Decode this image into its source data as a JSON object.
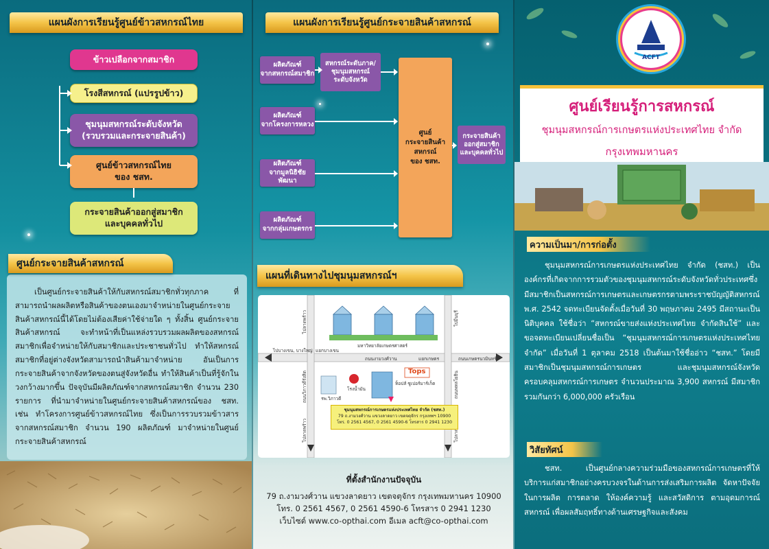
{
  "panel1": {
    "banner": "แผนผังการเรียนรู้ศูนย์ข้าวสหกรณ์ไทย",
    "flow": [
      {
        "lines": [
          "ข้าวเปลือกจากสมาชิก"
        ]
      },
      {
        "lines": [
          "โรงสีสหกรณ์ (แปรรูปข้าว)"
        ]
      },
      {
        "lines": [
          "ชุมนุมสหกรณ์ระดับจังหวัด",
          "(รวบรวมและกระจายสินค้า)"
        ]
      },
      {
        "lines": [
          "ศูนย์ข้าวสหกรณ์ไทย",
          "ของ ชสท."
        ]
      },
      {
        "lines": [
          "กระจายสินค้าออกสู่สมาชิก",
          "และบุคคลทั่วไป"
        ]
      }
    ],
    "center_heading": "ศูนย์กระจายสินค้าสหกรณ์",
    "center_body": "เป็นศูนย์กระจายสินค้าให้กับสหกรณ์สมาชิกทั่วทุกภาค ที่สามารถนำผลผลิตหรือสินค้าของตนเองมาจำหน่ายในศูนย์กระจายสินค้าสหกรณ์นี้ได้โดยไม่ต้องเสียค่าใช้จ่ายใด ๆ ทั้งสิ้น ศูนย์กระจายสินค้าสหกรณ์ จะทำหน้าที่เป็นแหล่งรวบรวมผลผลิตของสหกรณ์สมาชิกเพื่อจำหน่ายให้กับสมาชิกและประชาชนทั่วไป ทำให้สหกรณ์สมาชิกที่อยู่ต่างจังหวัดสามารถนำสินค้ามาจำหน่าย อันเป็นการกระจายสินค้าจากจังหวัดของตนสู่จังหวัดอื่น ทำให้สินค้าเป็นที่รู้จักในวงกว้างมากขึ้น ปัจจุบันมีผลิตภัณฑ์จากสหกรณ์สมาชิก จำนวน 230 รายการ ที่นำมาจำหน่ายในศูนย์กระจายสินค้าสหกรณ์ของ ชสท. เช่น ทำโครงการศูนย์ข้าวสหกรณ์ไทย ซึ่งเป็นการรวบรวมข้าวสารจากสหกรณ์สมาชิก จำนวน 190 ผลิตภัณฑ์ มาจำหน่ายในศูนย์กระจายสินค้าสหกรณ์"
  },
  "panel2": {
    "banner": "แผนผังการเรียนรู้ศูนย์กระจายสินค้าสหกรณ์",
    "products": [
      {
        "lines": [
          "ผลิตภัณฑ์",
          "จากสหกรณ์สมาชิก"
        ]
      },
      {
        "lines": [
          "ผลิตภัณฑ์",
          "จากโครงการหลวง"
        ]
      },
      {
        "lines": [
          "ผลิตภัณฑ์",
          "จากมูลนิธิชัยพัฒนา"
        ]
      },
      {
        "lines": [
          "ผลิตภัณฑ์",
          "จากกลุ่มเกษตรกร"
        ]
      }
    ],
    "coop_box": [
      "สหกรณ์ระดับภาค/",
      "ชุมนุมสหกรณ์",
      "ระดับจังหวัด"
    ],
    "center_box": [
      "ศูนย์",
      "กระจายสินค้า",
      "สหกรณ์",
      "ของ ชสท."
    ],
    "dist_box": [
      "กระจายสินค้า",
      "ออกสู่สมาชิก",
      "และบุคคลทั่วไป"
    ],
    "map_banner": "แผนที่เดินทางไปชุมนุมสหกรณ์ฯ",
    "map": {
      "left_road": "ไปลาดพร้าว",
      "university": "มหาวิทยาลัยเกษตรศาสตร์",
      "road_w": "ไปบางเขน, บางใหญ่",
      "int_w": "แยกบางเขน",
      "main_road": "ถนนงามวงศ์วาน",
      "int_e": "แยกเกษตร",
      "road_e": "ถนนเกษตรนวมินทร์",
      "right_road": "ไปมีนบุรี",
      "hospital": "รพ.วิภาวดี",
      "vibhavadi": "ถนนวิภาวดีรังสิต",
      "plant": "โรงน้ำมัน",
      "tops_logo": "Tops",
      "tops_label": "ท็อปส์ ซูเปอร์มาร์เก็ต",
      "phahon": "ถนนพหลโยธิน",
      "bottom_l": "ไปลาดพร้าว",
      "bottom_r": "ไปลาดพร้าว",
      "addr": [
        "ชุมนุมสหกรณ์การเกษตรแห่งประเทศไทย จำกัด (ชสท.)",
        "79 ถ.งามวงศ์วาน แขวงลาดยาว เขตจตุจักร กรุงเทพฯ 10900",
        "โทร. 0 2561 4567, 0 2561 4590-6  โทรสาร 0 2941 1230"
      ]
    },
    "office": {
      "heading": "ที่ตั้งสำนักงานปัจจุบัน",
      "lines": [
        "79 ถ.งามวงศ์วาน แขวงลาดยาว เขตจตุจักร กรุงเทพมหานคร 10900",
        "โทร. 0 2561 4567,  0 2561 4590-6  โทรสาร 0 2941 1230",
        "เว็บไซต์ www.co-opthai.com    อีเมล acft@co-opthai.com"
      ]
    }
  },
  "panel3": {
    "logo_text": "ACFT",
    "title": "ศูนย์เรียนรู้การสหกรณ์",
    "subtitle": "ชุมนุมสหกรณ์การเกษตรแห่งประเทศไทย  จำกัด",
    "city": "กรุงเทพมหานคร",
    "history_heading": "ความเป็นมา/การก่อตั้ง",
    "history_body": "ชุมนุมสหกรณ์การเกษตรแห่งประเทศไทย จำกัด (ชสท.) เป็นองค์กรที่เกิดจากการรวมตัวของชุมนุมสหกรณ์ระดับจังหวัดทั่วประเทศซึ่งมีสมาชิกเป็นสหกรณ์การเกษตรและเกษตรกรตามพระราชบัญญัติสหกรณ์ พ.ศ. 2542 จดทะเบียนจัดตั้งเมื่อวันที่ 30 พฤษภาคม 2495 มีสถานะเป็นนิติบุคคล ใช้ชื่อว่า “สหกรณ์ขายส่งแห่งประเทศไทย จำกัดสินใช้” และขอจดทะเบียนเปลี่ยนชื่อเป็น “ชุมนุมสหกรณ์การเกษตรแห่งประเทศไทย จำกัด” เมื่อวันที่ 1 ตุลาคม 2518 เป็นต้นมาใช้ชื่ออ่าว “ชสท.” โดยมีสมาชิกเป็นชุมนุมสหกรณ์การเกษตร และชุมนุมสหกรณ์จังหวัด ครอบคลุมสหกรณ์การเกษตร จำนวนประมาณ 3,900 สหกรณ์ มีสมาชิกรวมกันกว่า 6,000,000 ครัวเรือน",
    "vision_heading": "วิสัยทัศน์",
    "vision_body": "ชสท. เป็นศูนย์กลางความร่วมมือของสหกรณ์การเกษตรที่ให้บริการแก่สมาชิกอย่างครบวงจรในด้านการส่งเสริมการผลิต จัดหาปัจจัยในการผลิต การตลาด ให้องค์ความรู้ และสวัสดิการ ตามอุดมการณ์สหกรณ์ เพื่อผลสัมฤทธิ์ทางด้านเศรษฐกิจและสังคม"
  },
  "colors": {
    "teal": "#0a6b7e",
    "gold": "#f4c448",
    "magenta": "#e0378f",
    "purple": "#8a57a8",
    "orange": "#f3a55a",
    "title_pink": "#d51f7a"
  }
}
